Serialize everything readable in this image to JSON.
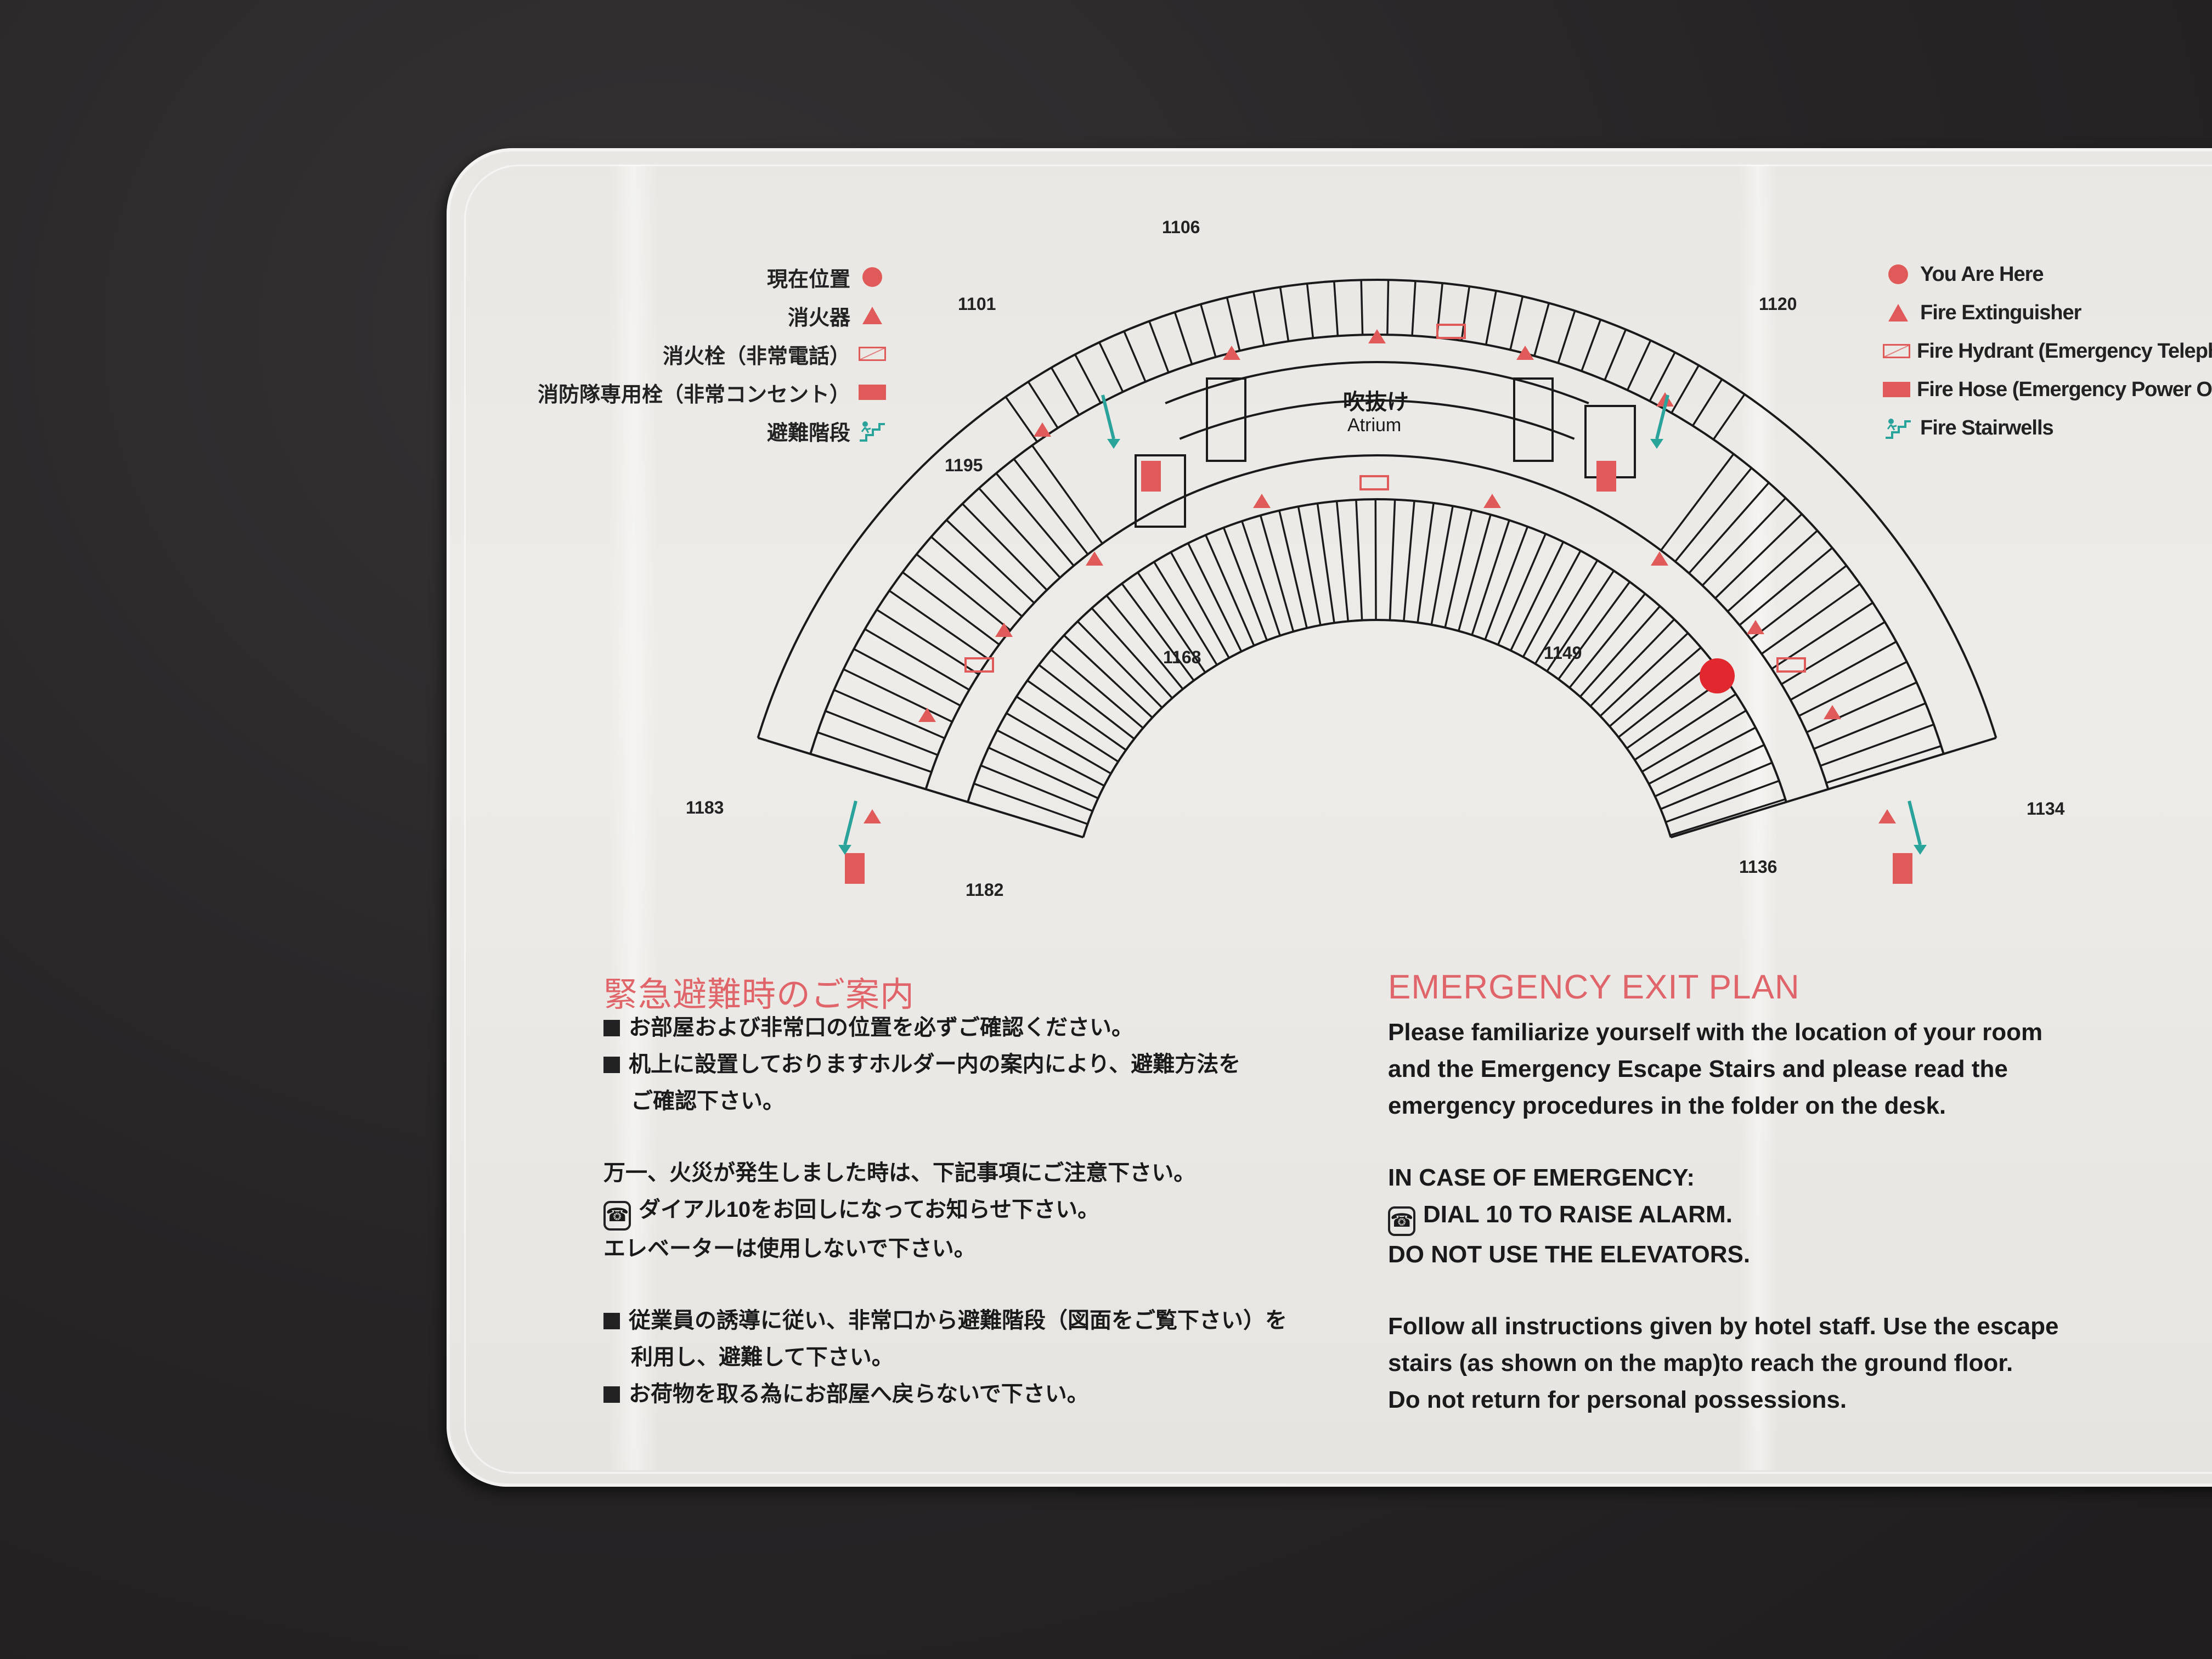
{
  "legend_jp": {
    "you_are_here": "現在位置",
    "fire_extinguisher": "消火器",
    "fire_hydrant": "消火栓（非常電話）",
    "fire_hose": "消防隊専用栓（非常コンセント）",
    "fire_stairwells": "避難階段"
  },
  "legend_en": {
    "you_are_here": "You Are Here",
    "fire_extinguisher": "Fire Extinguisher",
    "fire_hydrant": "Fire Hydrant (Emergency Telephon",
    "fire_hose": "Fire Hose (Emergency Power Outle",
    "fire_stairwells": "Fire Stairwells"
  },
  "rooms": {
    "r1106": "1106",
    "r1101": "1101",
    "r1120": "1120",
    "r1195": "1195",
    "r1168": "1168",
    "r1149": "1149",
    "r1183": "1183",
    "r1182": "1182",
    "r1136": "1136",
    "r1134": "1134"
  },
  "atrium": {
    "jp": "吹抜け",
    "en": "Atrium"
  },
  "jp_section": {
    "title": "緊急避難時のご案内",
    "p1": "お部屋および非常口の位置を必ずご確認ください。",
    "p2a": "机上に設置しておりますホルダー内の案内により、避難方法を",
    "p2b": "ご確認下さい。",
    "p3": "万一、火災が発生しました時は、下記事項にご注意下さい。",
    "p4": "ダイアル10をお回しになってお知らせ下さい。",
    "p5": "エレベーターは使用しないで下さい。",
    "p6a": "従業員の誘導に従い、非常口から避難階段（図面をご覧下さい）を",
    "p6b": "利用し、避難して下さい。",
    "p7": "お荷物を取る為にお部屋へ戻らないで下さい。"
  },
  "en_section": {
    "title": "EMERGENCY EXIT PLAN",
    "p1a": "Please familiarize yourself with the location of your room",
    "p1b": "and the Emergency Escape Stairs and please read the",
    "p1c": "emergency procedures in the folder on the desk.",
    "p2": "IN CASE OF EMERGENCY:",
    "p3": "DIAL 10 TO RAISE ALARM.",
    "p4": "DO NOT USE THE ELEVATORS.",
    "p5a": "Follow all instructions given by hotel staff. Use the escape",
    "p5b": "stairs (as shown on the map)to reach the ground floor.",
    "p5c": "Do not return for personal possessions."
  },
  "colors": {
    "accent": "#e05a5a",
    "stair": "#2aa39b",
    "ink": "#1a1a1a"
  }
}
